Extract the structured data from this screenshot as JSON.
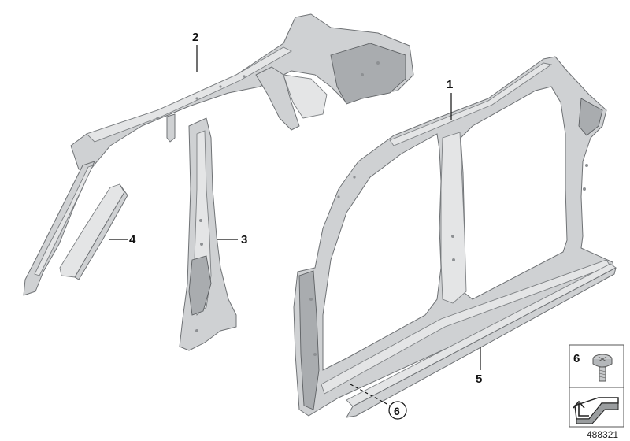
{
  "diagram": {
    "callouts": [
      "1",
      "2",
      "3",
      "4",
      "5"
    ],
    "circled_callout": "6",
    "legend_box": {
      "number": "6"
    },
    "drawing_number": "488321"
  }
}
